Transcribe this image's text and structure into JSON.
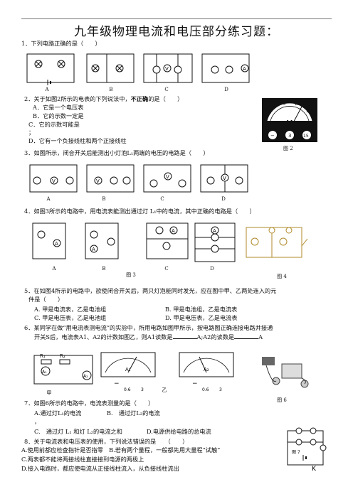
{
  "title": "九年级物理电流和电压部分练习题：",
  "q1": {
    "text": "1．下列电路正确的是（　　）",
    "options": [
      "A",
      "B",
      "C",
      "D"
    ]
  },
  "q2": {
    "stem_pre": "2．关于如图2所示的电表的下列说法中，",
    "stem_bold": "不正确",
    "stem_post": "的是（　　）",
    "A": "A．它是一个电压表",
    "B": "B．它的示数一定是",
    "C": "C．它的示数可能是",
    "C_mark": "；",
    "D": "D．它有一个负接线柱和两个正接线柱",
    "fig_caption": "图 2",
    "meter": {
      "scale": [
        "0",
        "1",
        "5",
        "10",
        "15",
        "2",
        "3"
      ],
      "terminals": [
        "−",
        "3",
        "15"
      ],
      "letter": "V"
    }
  },
  "q3": {
    "text": "3．如图所示，闭合开关后能测出小灯泡L₁两端的电压的电路是（　　）",
    "options": [
      "A",
      "B",
      "C",
      "D"
    ]
  },
  "q4": {
    "text": "4．如图3所示的电路中，用电流表能测出通过灯 L₁中的电流，其中正确的电路是（　　）",
    "options": [
      "A",
      "B",
      "C",
      "D"
    ],
    "fig3": "图 3",
    "fig4": "图 4"
  },
  "q5": {
    "text1": "5．在如图4所示的电路中，欲使闭合开关后，两只灯泡能同时发光，应在图中甲、乙两处连入的元",
    "text2": "件是（　　）",
    "A": "A. 甲是电流表，乙是电池组",
    "B": "B. 甲是电池组，乙是电流表",
    "C": "C. 甲是电压表，乙是电池组",
    "D": "D. 甲是电压表，乙是电流表"
  },
  "q6": {
    "text1": "6．某同学在做“用电流表测电流”的实验中，所用电路如图甲所示，按电路图正确连接电路并接通",
    "text2a": "开关S后，电流表A1、A2的计数如图乙，则A1读数是",
    "text2b": "A;A2的读数是",
    "text2c": "A",
    "jia": "甲",
    "yi": "乙",
    "meter_A1": "A₁",
    "meter_A2": "A₂",
    "terminals": [
      "−",
      "0.6",
      "3"
    ],
    "fig6": "图 6",
    "R1": "R₁",
    "R2": "R₂"
  },
  "q7": {
    "text": "7．如图6所示的电路中，电流表测量的是（　　）",
    "A": "A.通过灯L₁的电流",
    "B": "B.　通过灯L₂的电流",
    "mark": "，",
    "C": "C.　通过灯 L₁ 和灯 L₂的电流之和",
    "D": "D.电源供给电路的总电流"
  },
  "q8": {
    "text": "8．关于电流表和电压表的使用，下列说法错误的是　　（　　）",
    "A": "A.使用前都应检查指针是否指零　B.若有两个量程，一般都先用大量程“试触”",
    "C": "C.两表都不能将两接线柱直接接到电源的两极上",
    "D": "D.接入电路时，都应使电流从正接线柱流入，从负接线柱流出",
    "fig7": "图 7",
    "K": "K"
  }
}
